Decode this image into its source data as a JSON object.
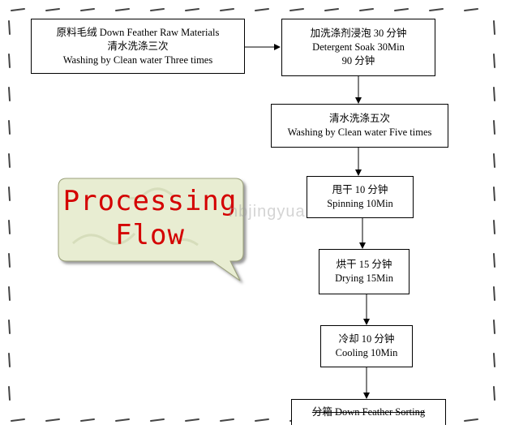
{
  "watermark": "hbjingyuan.en",
  "callout": {
    "line1": "Processing",
    "line2": "Flow",
    "text_color": "#d40000",
    "fill_color": "#e8edd2"
  },
  "steps": [
    {
      "id": "raw",
      "lines": [
        "原料毛绒 Down Feather Raw Materials",
        "清水洗涤三次",
        "Washing by Clean water Three times"
      ]
    },
    {
      "id": "soak",
      "lines": [
        "加洗涤剂浸泡 30 分钟",
        "Detergent Soak 30Min",
        "90 分钟"
      ]
    },
    {
      "id": "wash5",
      "lines": [
        "清水洗涤五次",
        "Washing by Clean water Five times"
      ]
    },
    {
      "id": "spin",
      "lines": [
        "甩干  10 分钟",
        "Spinning 10Min"
      ]
    },
    {
      "id": "dry",
      "lines": [
        "烘干  15 分钟",
        "Drying 15Min"
      ]
    },
    {
      "id": "cool",
      "lines": [
        "冷却  10 分钟",
        "Cooling 10Min"
      ]
    },
    {
      "id": "sort",
      "lines": [
        "分箱 Down Feather Sorting"
      ]
    }
  ]
}
